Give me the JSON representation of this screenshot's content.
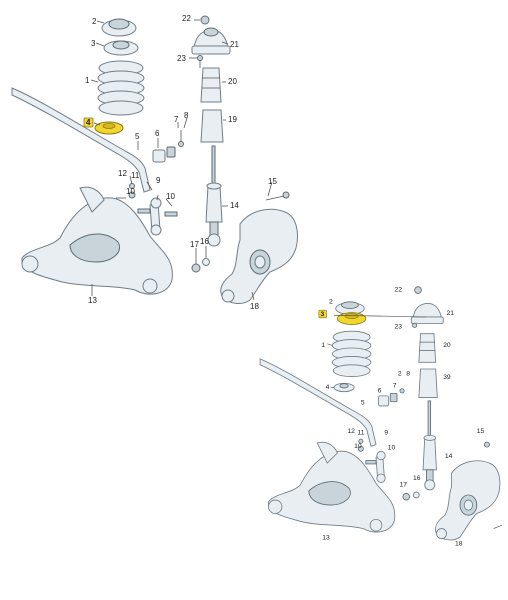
{
  "highlight_color": "#f2d630",
  "callouts_top": {
    "c1": "1",
    "c2": "2",
    "c3": "3",
    "c4": "4",
    "c5": "5",
    "c6": "6",
    "c7": "7",
    "c8": "8",
    "c9": "9",
    "c10a": "10",
    "c10b": "10",
    "c11": "11",
    "c12": "12",
    "c13": "13",
    "c14": "14",
    "c15": "15",
    "c16": "16",
    "c17": "17",
    "c18": "18",
    "c19": "19",
    "c20": "20",
    "c21": "21",
    "c22": "22",
    "c23": "23"
  },
  "callouts_bottom": {
    "c1": "1",
    "c2": "2",
    "c3": "3",
    "c4": "4",
    "c5": "5",
    "c6": "6",
    "c7": "7",
    "c8": "8",
    "c9": "9",
    "c10a": "10",
    "c10b": "10",
    "c11": "11",
    "c12": "12",
    "c13": "13",
    "c14": "14",
    "c15": "15",
    "c16": "16",
    "c17": "17",
    "c18": "18",
    "c19": "39",
    "c20": "20",
    "c21": "21",
    "c22": "22",
    "c23": "23"
  }
}
